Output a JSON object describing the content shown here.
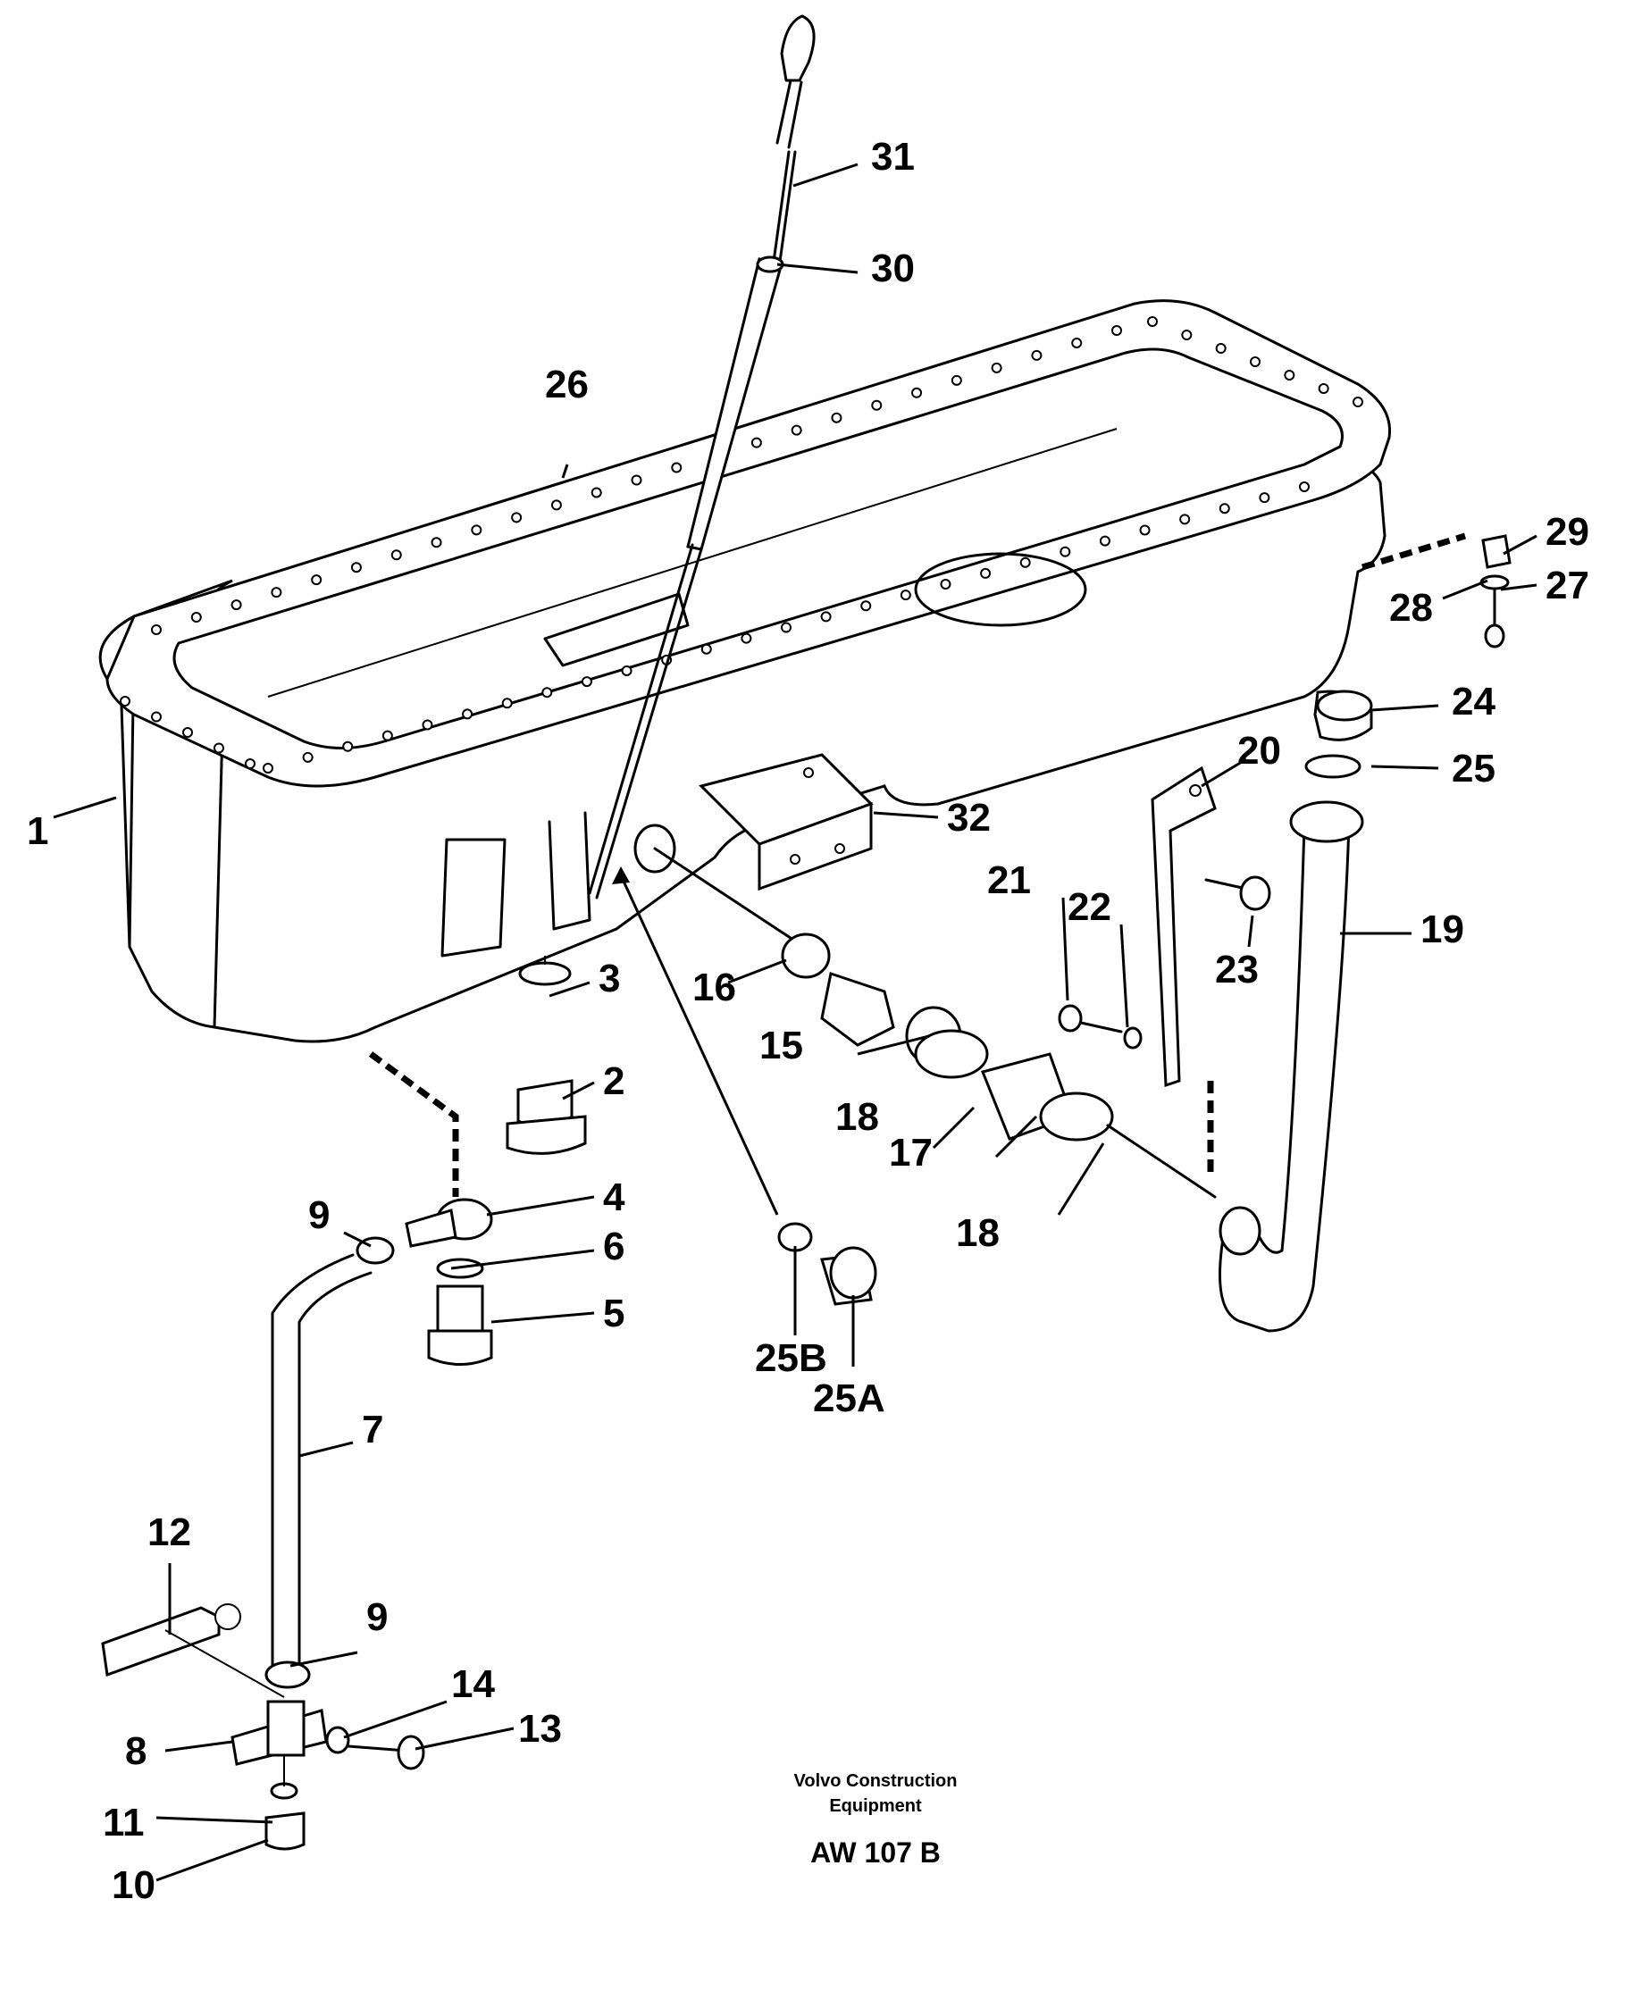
{
  "footer": {
    "maker_line1": "Volvo Construction",
    "maker_line2": "Equipment",
    "drawing_id": "AW 107 B"
  },
  "callouts": {
    "c1": "1",
    "c2": "2",
    "c3": "3",
    "c4": "4",
    "c5": "5",
    "c6": "6",
    "c7": "7",
    "c8": "8",
    "c9a": "9",
    "c9b": "9",
    "c10": "10",
    "c11": "11",
    "c12": "12",
    "c13": "13",
    "c14": "14",
    "c15": "15",
    "c16": "16",
    "c17": "17",
    "c18a": "18",
    "c18b": "18",
    "c19": "19",
    "c20": "20",
    "c21": "21",
    "c22": "22",
    "c23": "23",
    "c24": "24",
    "c25": "25",
    "c25a": "25A",
    "c25b": "25B",
    "c26": "26",
    "c27": "27",
    "c28": "28",
    "c29": "29",
    "c30": "30",
    "c31": "31",
    "c32": "32"
  }
}
